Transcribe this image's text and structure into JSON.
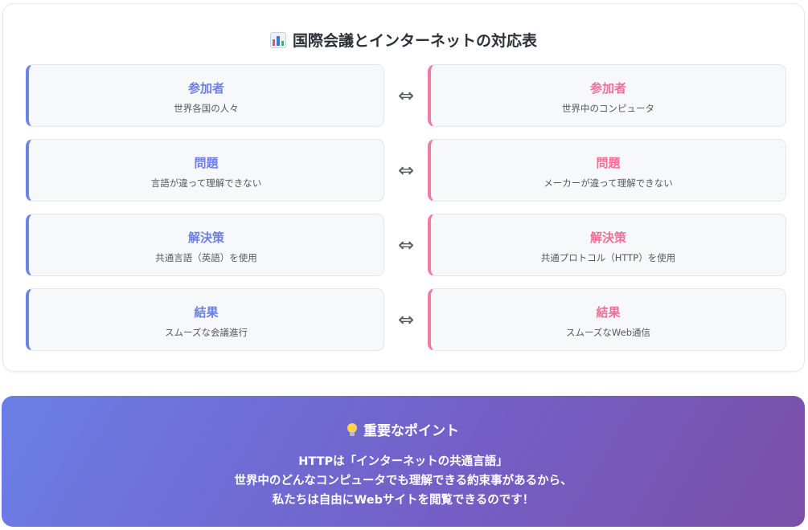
{
  "comparison": {
    "title": "国際会議とインターネットの対応表",
    "title_icon": "bar-chart-icon",
    "arrow_symbol": "⇔",
    "rows": [
      {
        "left": {
          "heading": "参加者",
          "description": "世界各国の人々"
        },
        "right": {
          "heading": "参加者",
          "description": "世界中のコンピュータ"
        }
      },
      {
        "left": {
          "heading": "問題",
          "description": "言語が違って理解できない"
        },
        "right": {
          "heading": "問題",
          "description": "メーカーが違って理解できない"
        }
      },
      {
        "left": {
          "heading": "解決策",
          "description": "共通言語（英語）を使用"
        },
        "right": {
          "heading": "解決策",
          "description": "共通プロトコル（HTTP）を使用"
        }
      },
      {
        "left": {
          "heading": "結果",
          "description": "スムーズな会議進行"
        },
        "right": {
          "heading": "結果",
          "description": "スムーズなWeb通信"
        }
      }
    ],
    "colors": {
      "left_accent": "#6e83e6",
      "right_accent": "#f07ca1"
    }
  },
  "key_point": {
    "title": "重要なポイント",
    "title_icon": "lightbulb-icon",
    "lines": [
      "HTTPは「インターネットの共通言語」",
      "世界中のどんなコンピュータでも理解できる約束事があるから、",
      "私たちは自由にWebサイトを閲覧できるのです！"
    ],
    "gradient_colors": [
      "#6a7fe6",
      "#7b4fa8"
    ]
  }
}
